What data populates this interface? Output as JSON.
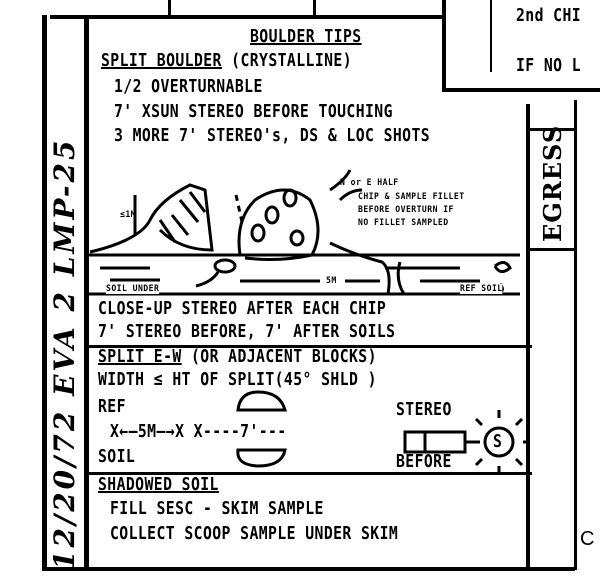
{
  "margin_note": "12/20/72 EVA 2 LMP-25",
  "side_tab": "EGRESS",
  "top_right": {
    "line1": "2nd CHI",
    "line2": "IF NO L"
  },
  "corner_letter": "C",
  "boulder_tips": {
    "title": "BOULDER TIPS",
    "heading": "SPLIT BOULDER",
    "heading_suffix": " (CRYSTALLINE)",
    "lines": [
      "1/2 OVERTURNABLE",
      "7' XSUN STEREO BEFORE TOUCHING",
      "3 MORE 7' STEREO's, DS & LOC SHOTS"
    ],
    "sketch_labels": {
      "height": "≤1M",
      "half": "N or E HALF",
      "note1": "CHIP & SAMPLE FILLET",
      "note2": "BEFORE OVERTURN IF",
      "note3": "NO FILLET SAMPLED",
      "distance": "5M",
      "soil_under": "SOIL UNDER",
      "ref_soil": "REF SOIL"
    },
    "after_lines": [
      "CLOSE-UP STEREO AFTER EACH CHIP",
      "7' STEREO BEFORE, 7' AFTER SOILS"
    ]
  },
  "split_ew": {
    "heading": "SPLIT E-W",
    "heading_suffix": " (OR ADJACENT BLOCKS)",
    "width_line": "WIDTH ≤ HT OF SPLIT(45° SHLD  )",
    "ref": "REF",
    "soil": "SOIL",
    "distance": "X←—5M—→X X----7'---",
    "stereo": "STEREO",
    "before": "BEFORE",
    "sun": "S"
  },
  "shadowed_soil": {
    "heading": "SHADOWED SOIL",
    "lines": [
      "FILL SESC - SKIM SAMPLE",
      "COLLECT SCOOP SAMPLE UNDER SKIM"
    ]
  }
}
